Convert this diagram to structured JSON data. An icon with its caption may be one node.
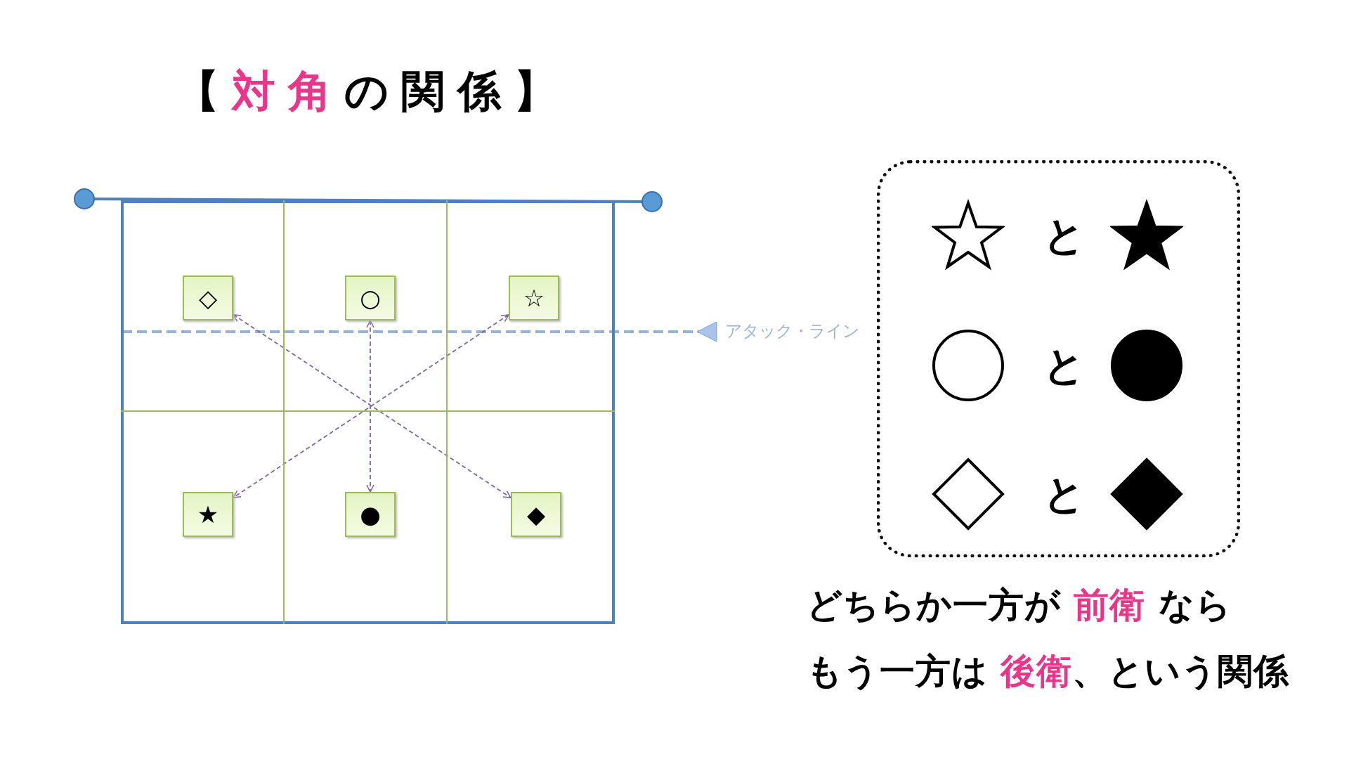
{
  "diagram": {
    "title": "【**対角**の関係】",
    "nodes": [
      {
        "text": [],
        "shape": "box"
      },
      {
        "text": [
          "◇"
        ],
        "in": 0
      },
      {
        "text": [
          "○"
        ],
        "in": 0
      },
      {
        "text": [
          "☆"
        ],
        "in": 0
      },
      {
        "text": [
          "★"
        ],
        "in": 0
      },
      {
        "text": [
          "●"
        ],
        "in": 0
      },
      {
        "text": [
          "◆"
        ],
        "in": 0
      },
      {
        "text": [
          "と",
          "と",
          "と"
        ]
      }
    ],
    "edges": [
      {
        "from": 1,
        "to": 6,
        "arrow": "both",
        "style": "dashed"
      },
      {
        "from": 2,
        "to": 5,
        "arrow": "both",
        "style": "dashed"
      },
      {
        "from": 3,
        "to": 4,
        "arrow": "both",
        "style": "dashed"
      }
    ],
    "labels": [
      "アタック・ライン",
      "どちらか一方が **前衛** なら",
      "もう一方は **後衛**、という関係"
    ]
  }
}
